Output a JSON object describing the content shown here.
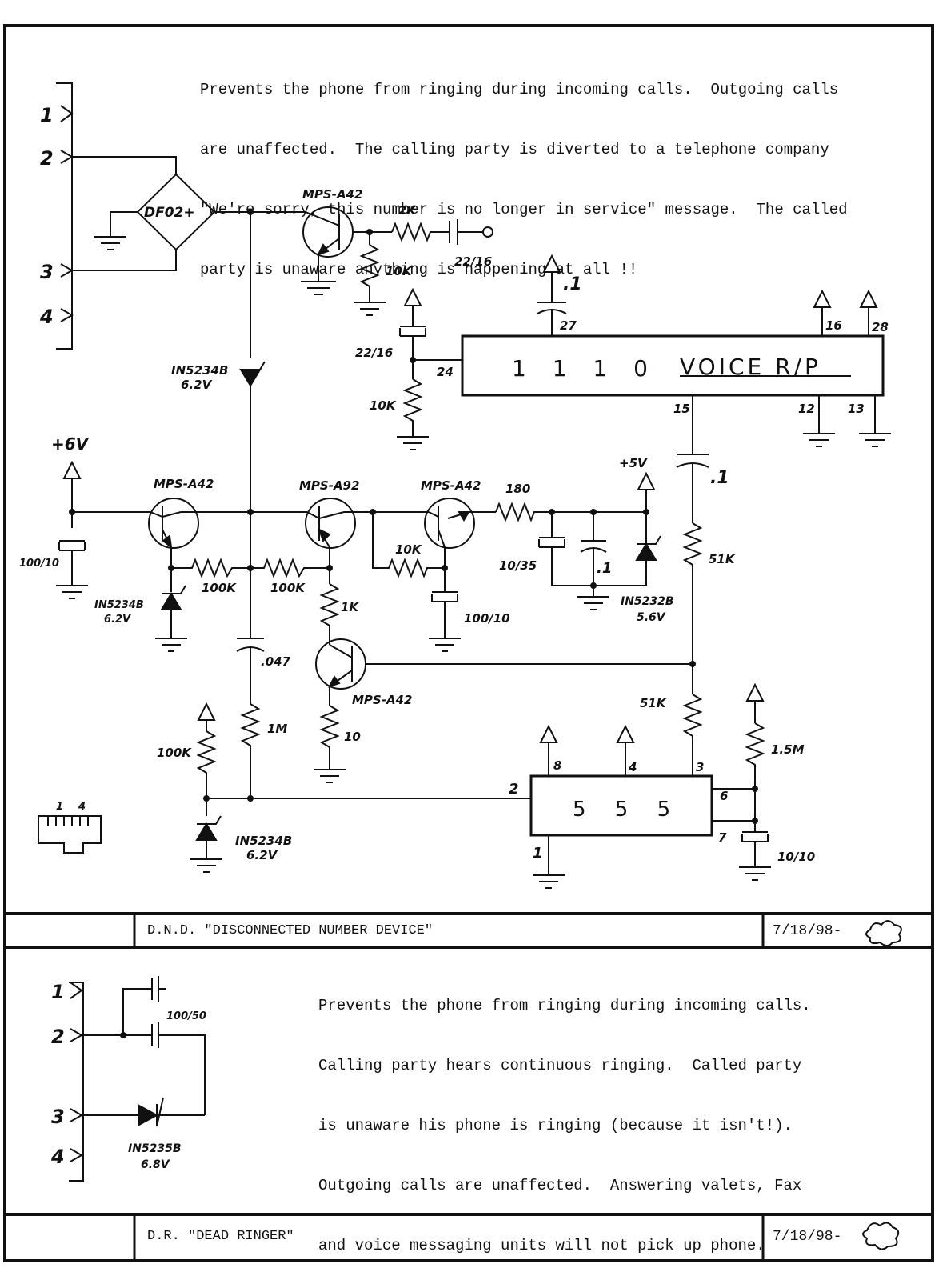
{
  "dnd": {
    "description": [
      "Prevents the phone from ringing during incoming calls.  Outgoing calls",
      "are unaffected.  The calling party is diverted to a telephone company",
      "\"We're sorry, this number is no longer in service\" message.  The called",
      "party is unaware anything is happening at all !!"
    ],
    "title": "D.N.D. \"DISCONNECTED NUMBER DEVICE\"",
    "date": "7/18/98-",
    "line_pins": [
      "1",
      "2",
      "3",
      "4"
    ],
    "jack_pins": [
      "1",
      "4"
    ],
    "labels": {
      "bridge": "DF02+",
      "q1": "MPS-A42",
      "r_2k": "2K",
      "r_10k_a": "10K",
      "c_22_16_a": "22/16",
      "c_22_16_b": "22/16",
      "r_10k_b": "10K",
      "c_01_a": ".1",
      "pin27": "27",
      "pin24": "24",
      "pin16": "16",
      "pin28": "28",
      "pin15": "15",
      "pin12": "12",
      "pin13": "13",
      "ic_1110_num": "1 1 1 0",
      "ic_1110_name": "VOICE R/P",
      "zener_top_1": "IN5234B",
      "zener_top_2": "6.2V",
      "plus6v": "+6V",
      "q2": "MPS-A42",
      "q3": "MPS-A92",
      "q4": "MPS-A42",
      "r_180": "180",
      "plus5v": "+5V",
      "c_01_b": ".1",
      "c_100_10_a": "100/10",
      "r_100k_a": "100K",
      "r_100k_b": "100K",
      "r_10k_c": "10K",
      "c_10_35": "10/35",
      "c_01_c": ".1",
      "zener_left_1": "IN5234B",
      "zener_left_2": "6.2V",
      "r_1k": "1K",
      "c_100_10_b": "100/10",
      "zener_5v_1": "IN5232B",
      "zener_5v_2": "5.6V",
      "r_51k_a": "51K",
      "c_047": ".047",
      "q5": "MPS-A42",
      "r_51k_b": "51K",
      "r_100k_c": "100K",
      "r_1m": "1M",
      "r_10": "10",
      "r_1_5m": "1.5M",
      "pin8": "8",
      "pin4": "4",
      "pin3": "3",
      "pin2": "2",
      "pin6": "6",
      "pin7": "7",
      "pin1": "1",
      "ic_555": "5 5 5",
      "zener_bot_1": "IN5234B",
      "zener_bot_2": "6.2V",
      "c_10_10": "10/10"
    }
  },
  "dr": {
    "description": [
      "Prevents the phone from ringing during incoming calls.",
      "Calling party hears continuous ringing.  Called party",
      "is unaware his phone is ringing (because it isn't!).",
      "Outgoing calls are unaffected.  Answering valets, Fax",
      "and voice messaging units will not pick up phone."
    ],
    "title": "D.R. \"DEAD RINGER\"",
    "date": "7/18/98-",
    "line_pins": [
      "1",
      "2",
      "3",
      "4"
    ],
    "labels": {
      "cap": "100/50",
      "zener_1": "IN5235B",
      "zener_2": "6.8V"
    }
  }
}
